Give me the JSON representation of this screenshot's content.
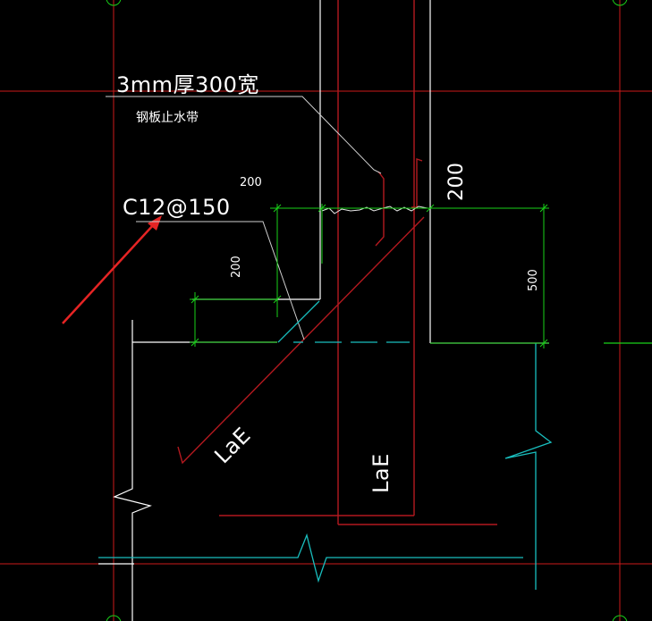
{
  "colors": {
    "background": "#000000",
    "grid_axis": "#cc1a1a",
    "rebar": "#b3191f",
    "dimension": "#19d219",
    "concrete_edge": "#ffffff",
    "break_line": "#19bebe",
    "leader_arrow": "#e52424"
  },
  "labels": {
    "waterstop_size": "3mm厚300宽",
    "waterstop_name": "钢板止水带",
    "rebar_spec": "C12@150",
    "anchor_diagonal": "LaE",
    "anchor_vertical": "LaE"
  },
  "dimensions": {
    "top_horizontal": "200",
    "left_vertical": "200",
    "wall_height": "200",
    "right_vertical": "500"
  },
  "icons": {
    "leader_arrow": "arrow-icon",
    "break_line": "zigzag-break-icon"
  }
}
